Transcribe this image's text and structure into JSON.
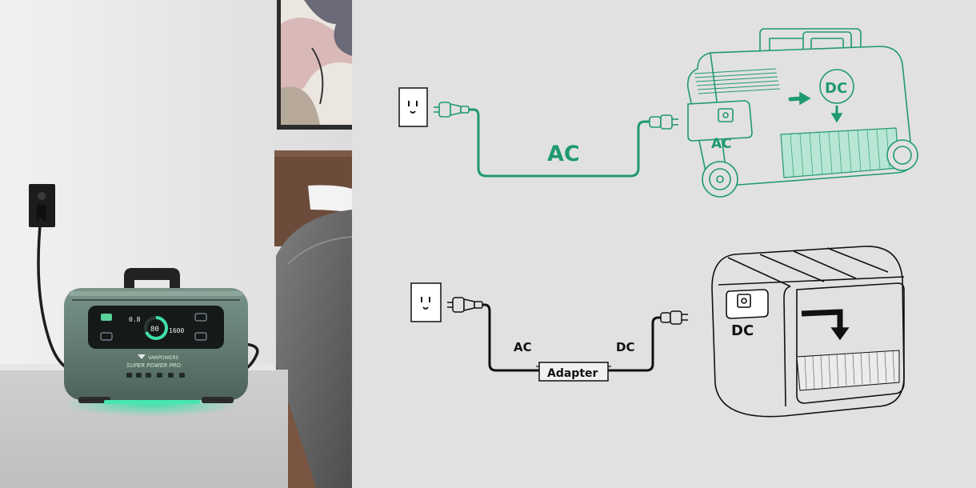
{
  "photo": {
    "brand_text": "VANPOWERS",
    "model_text": "SUPER POWER PRO",
    "display_left_value": "0.8",
    "display_center_value": "80",
    "display_right_value": "1600"
  },
  "diagram": {
    "top": {
      "cable_label": "AC",
      "unit_port_label": "AC",
      "converter_label": "DC"
    },
    "bottom": {
      "cable_left_label": "AC",
      "cable_right_label": "DC",
      "adapter_label": "Adapter",
      "unit_port_label": "DC"
    }
  },
  "colors": {
    "accent_green": "#1f9a6e",
    "line_black": "#111111",
    "background": "#e1e1e1"
  }
}
